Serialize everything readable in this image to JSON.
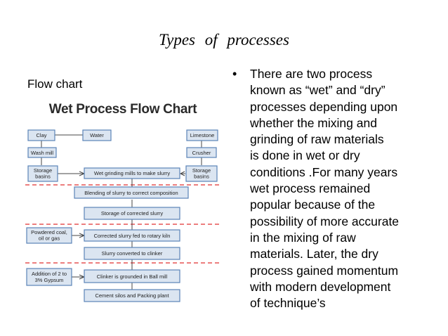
{
  "slide": {
    "title": "Types   of   processes",
    "left_label": "Flow chart",
    "bullet_lines": [
      "There are two process",
      "known as “wet” and “dry”",
      "processes  depending upon",
      "whether the mixing  and",
      "grinding  of  raw  materials",
      "is  done in wet or dry",
      "conditions .For many years",
      "wet process remained",
      "popular because  of the",
      "possibility of more accurate",
      "in the mixing of raw",
      "materials. Later, the dry",
      "process gained momentum",
      "with modern development",
      "of  technique’s"
    ]
  },
  "flowchart": {
    "title": "Wet Process Flow Chart",
    "boxes": {
      "clay": [
        "Clay"
      ],
      "water": [
        "Water"
      ],
      "limestone": [
        "Limestone"
      ],
      "wash_mill": [
        "Wash mill"
      ],
      "crusher": [
        "Crusher"
      ],
      "storage_left": [
        "Storage",
        "basins"
      ],
      "storage_right": [
        "Storage",
        "basins"
      ],
      "wet_grinding": [
        "Wet grinding mills to make slurry"
      ],
      "blending": [
        "Blending of slurry to correct composition"
      ],
      "storage_corrected": [
        "Storage of corrected slurry"
      ],
      "powdered_coal": [
        "Powdered coal,",
        "oil or gas"
      ],
      "corrected_slurry": [
        "Corrected slurry fed to rotary kiln"
      ],
      "slurry_converted": [
        "Slurry converted to clinker"
      ],
      "gypsum": [
        "Addition of 2 to",
        "3% Gypsum"
      ],
      "clinker_ground": [
        "Clinker is grounded in Ball mill"
      ],
      "cement_silos": [
        "Cement silos and Packing plant"
      ]
    }
  }
}
